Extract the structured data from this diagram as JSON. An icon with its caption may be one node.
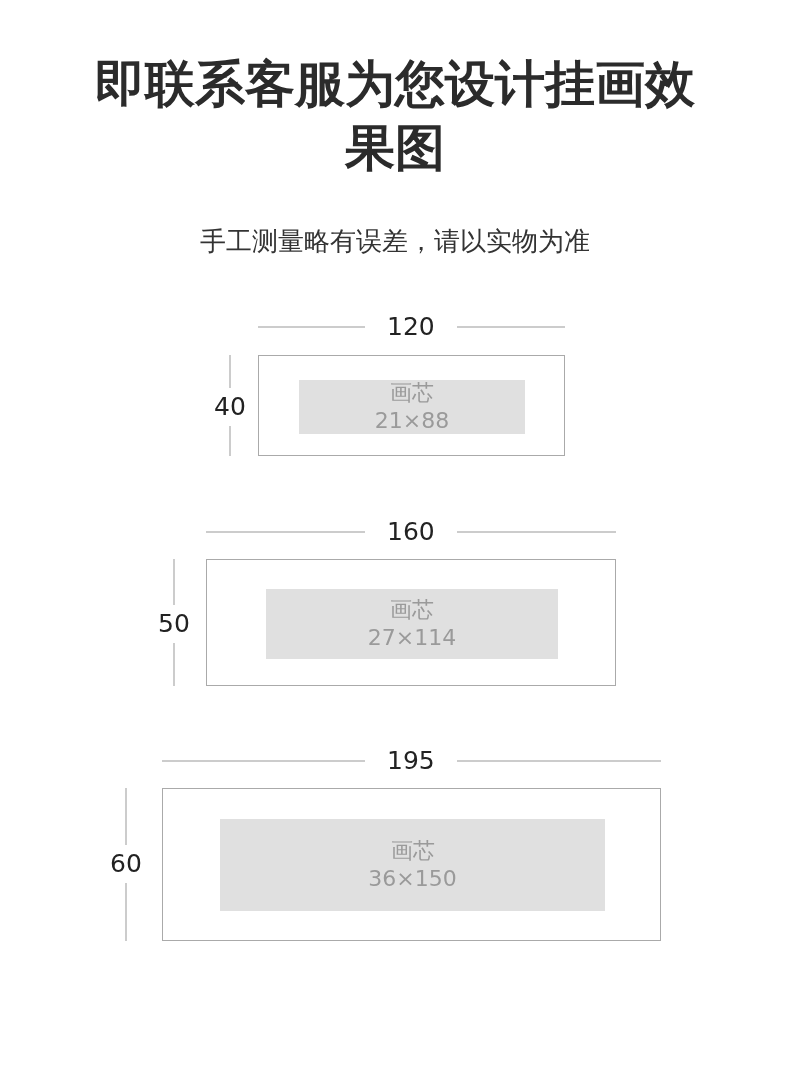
{
  "diagram": {
    "title": "即联系客服为您设计挂画效果图",
    "nodes": [
      {
        "text": [],
        "shape": "box"
      },
      {
        "text": [
          "画芯",
          "21×88"
        ],
        "in": 0
      },
      {
        "text": [],
        "shape": "box"
      },
      {
        "text": [
          "画芯",
          "27×114"
        ],
        "in": 2
      },
      {
        "text": [],
        "shape": "box"
      },
      {
        "text": [
          "画芯",
          "36×150"
        ],
        "in": 4
      }
    ],
    "labels": [
      "手工测量略有误差，请以实物为准",
      "120",
      "40",
      "160",
      "50",
      "195",
      "60"
    ]
  }
}
